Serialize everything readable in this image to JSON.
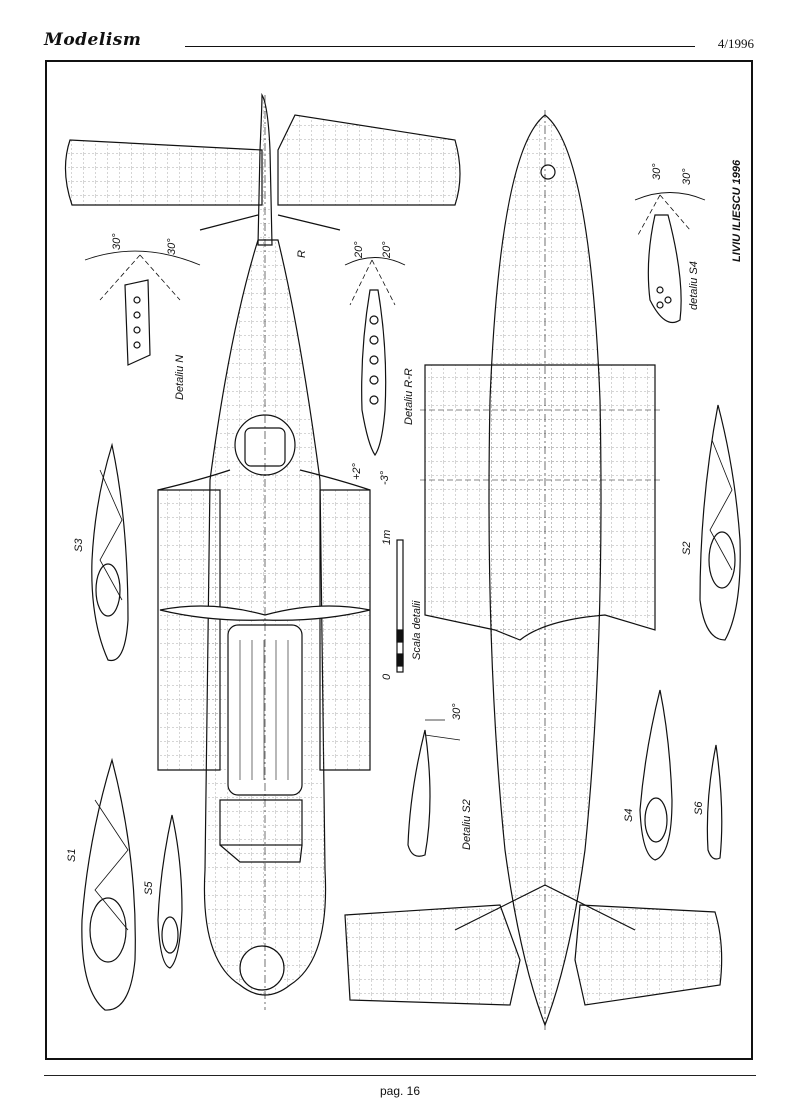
{
  "header": {
    "magazine_title": "Modelism",
    "issue": "4/1996"
  },
  "footer": {
    "page_label": "pag. 16"
  },
  "drawing": {
    "author_credit": "LIVIU ILIESCU 1996",
    "labels": {
      "detail_n": "Detaliu N",
      "detail_rr": "Detaliu R-R",
      "detail_s2": "Detaliu S2",
      "detail_s4": "detaliu S4",
      "section_r": "R",
      "scale_caption": "Scala detalii",
      "scale_zero": "0",
      "scale_one": "1m",
      "angle_30_a": "30°",
      "angle_30_b": "30°",
      "angle_20_a": "20°",
      "angle_20_b": "20°",
      "angle_plus2": "+2°",
      "angle_minus3": "-3°",
      "angle_30_s2": "30°",
      "angle_30_s4a": "30°",
      "angle_30_s4b": "30°"
    },
    "sections": {
      "s1": "S1",
      "s2": "S2",
      "s3": "S3",
      "s4": "S4",
      "s5": "S5",
      "s6": "S6"
    }
  }
}
